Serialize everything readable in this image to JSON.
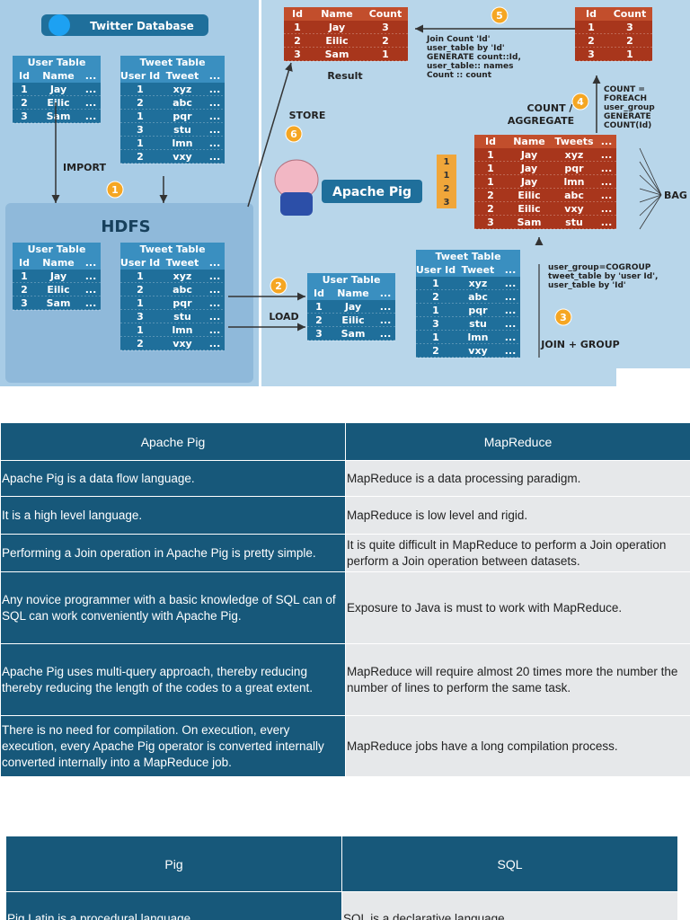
{
  "colors": {
    "diagram_bg": "#a8cce6",
    "hdfs_bg": "#8fb9da",
    "teal_table": "#1f6f9b",
    "teal_header": "#3a8fc0",
    "rust_table": "#a8361c",
    "rust_header": "#c24e2c",
    "step_circle": "#f5a623",
    "table_header": "#17587a",
    "table_cell": "#e6e8ea"
  },
  "diagram": {
    "twitter_label": "Twitter Database",
    "hdfs_label": "HDFS",
    "apache_pig_label": "Apache Pig",
    "import_label": "IMPORT",
    "store_label": "STORE",
    "load_label": "LOAD",
    "count_label_1": "COUNT /",
    "count_label_2": "AGGREGATE",
    "join_group_label": "JOIN + GROUP",
    "bag_label": "BAG",
    "result_label": "Result",
    "steps": [
      "1",
      "2",
      "3",
      "4",
      "5",
      "6"
    ],
    "ellipsis": "...",
    "user_table_title": "User Table",
    "tweet_table_title": "Tweet Table",
    "col_id": "Id",
    "col_name": "Name",
    "col_count": "Count",
    "col_user_id": "User Id",
    "col_tweet": "Tweet",
    "col_tweets": "Tweets",
    "users": [
      {
        "id": "1",
        "name": "Jay"
      },
      {
        "id": "2",
        "name": "Eilic"
      },
      {
        "id": "3",
        "name": "Sam"
      }
    ],
    "tweets": [
      {
        "uid": "1",
        "tweet": "xyz"
      },
      {
        "uid": "2",
        "tweet": "abc"
      },
      {
        "uid": "1",
        "tweet": "pqr"
      },
      {
        "uid": "3",
        "tweet": "stu"
      },
      {
        "uid": "1",
        "tweet": "lmn"
      },
      {
        "uid": "2",
        "tweet": "vxy"
      }
    ],
    "result_rows": [
      {
        "id": "1",
        "name": "Jay",
        "count": "3"
      },
      {
        "id": "2",
        "name": "Eilic",
        "count": "2"
      },
      {
        "id": "3",
        "name": "Sam",
        "count": "1"
      }
    ],
    "count_rows": [
      {
        "id": "1",
        "count": "3"
      },
      {
        "id": "2",
        "count": "2"
      },
      {
        "id": "3",
        "count": "1"
      }
    ],
    "bag_ids": [
      "1",
      "1",
      "2",
      "3"
    ],
    "bag_rows": [
      {
        "id": "1",
        "name": "Jay",
        "tweet": "xyz"
      },
      {
        "id": "1",
        "name": "Jay",
        "tweet": "pqr"
      },
      {
        "id": "1",
        "name": "Jay",
        "tweet": "lmn"
      },
      {
        "id": "2",
        "name": "Eilic",
        "tweet": "abc"
      },
      {
        "id": "2",
        "name": "Eilic",
        "tweet": "vxy"
      },
      {
        "id": "3",
        "name": "Sam",
        "tweet": "stu"
      }
    ],
    "join_code": [
      "Join Count 'Id'",
      "user_table by 'Id'",
      "GENERATE count::Id,",
      "user_table:: names",
      "Count :: count"
    ],
    "foreach_code": [
      "COUNT =",
      "FOREACH",
      "user_group",
      "GENERATE",
      "COUNT(Id)"
    ],
    "cogroup_code": [
      "user_group=COGROUP",
      "tweet_table by 'user Id',",
      "user_table by 'Id'"
    ]
  },
  "table_pig_mapreduce": {
    "headers": [
      "Apache Pig",
      "MapReduce"
    ],
    "rows": [
      [
        "Apache Pig is a data flow language.",
        "MapReduce is a data processing paradigm."
      ],
      [
        "It is a high level language.",
        "MapReduce is low level and rigid."
      ],
      [
        "Performing a Join operation in Apache Pig is pretty simple.",
        "It is quite difficult in MapReduce to perform a Join operation perform a Join operation between datasets."
      ],
      [
        "Any novice programmer with a basic knowledge of SQL can of SQL can work conveniently with Apache Pig.",
        "Exposure to Java is must to work with MapReduce."
      ],
      [
        "Apache Pig uses multi-query approach, thereby reducing thereby reducing the length of the codes to a great extent.",
        "MapReduce will require almost 20 times more the number the number of lines to perform the same task."
      ],
      [
        "There is no need for compilation. On execution, every execution, every Apache Pig operator is converted internally converted internally into a MapReduce job.",
        "MapReduce jobs have a long compilation process."
      ]
    ]
  },
  "table_pig_sql": {
    "headers": [
      "Pig",
      "SQL"
    ],
    "rows": [
      [
        "Pig Latin is a procedural language.",
        "SQL is a declarative language."
      ]
    ]
  }
}
